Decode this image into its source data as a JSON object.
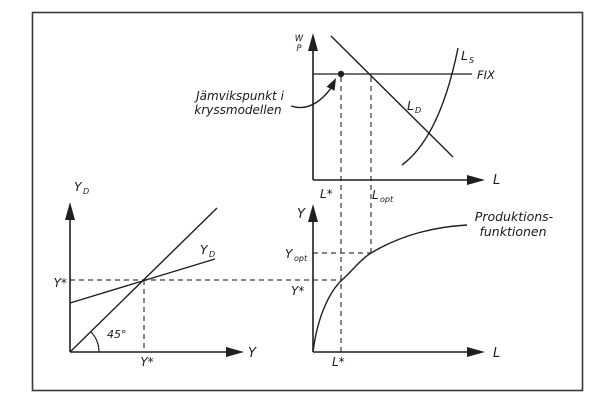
{
  "colors": {
    "ink": "#1f1f1f",
    "dash": "#3a3a3a",
    "background": "#ffffff"
  },
  "labor_market": {
    "y_axis_label_num": "W",
    "y_axis_label_den": "P",
    "x_axis_label": "L",
    "fix_label": "FIX",
    "supply_main": "L",
    "supply_sub": "S",
    "demand_main": "L",
    "demand_sub": "D",
    "l_star": "L*",
    "l_opt_main": "L",
    "l_opt_sub": "opt"
  },
  "annotation": {
    "line1": "Jämvikspunkt i",
    "line2": "kryssmodellen"
  },
  "cross_model": {
    "y_axis_main": "Y",
    "y_axis_sub": "D",
    "x_axis_label": "Y",
    "curve_main": "Y",
    "curve_sub": "D",
    "angle": "45°",
    "y_star_axis": "Y*",
    "y_star_bottom": "Y*"
  },
  "production": {
    "y_axis_label": "Y",
    "x_axis_label": "L",
    "title_line1": "Produktions-",
    "title_line2": "funktionen",
    "y_opt_main": "Y",
    "y_opt_sub": "opt",
    "y_star": "Y*",
    "l_star": "L*"
  }
}
